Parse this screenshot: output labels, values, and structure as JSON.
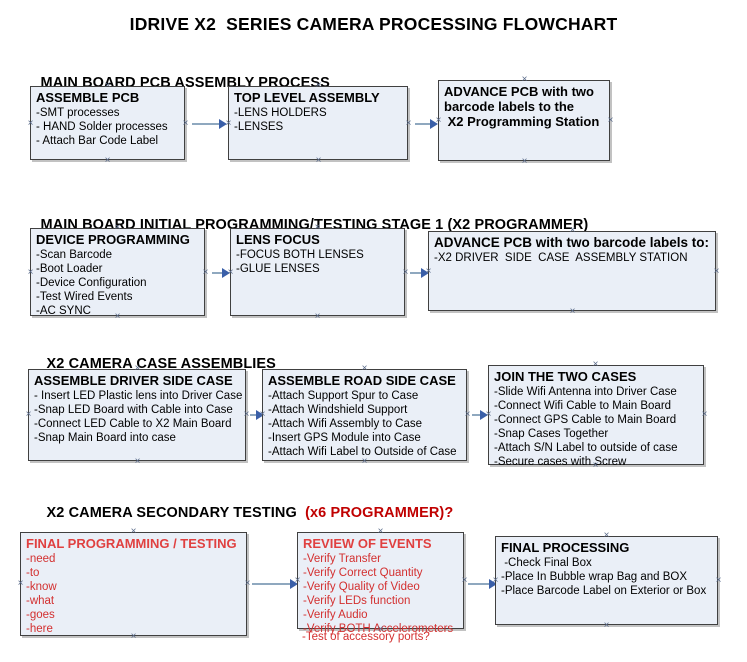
{
  "document": {
    "title": "IDRIVE X2  SERIES CAMERA PROCESSING FLOWCHART"
  },
  "sections": [
    {
      "id": "main-board-pcb-assembly",
      "heading": "MAIN BOARD PCB ASSEMBLY PROCESS",
      "heading_accent": "",
      "nodes": [
        {
          "id": "assemble-pcb",
          "header": "ASSEMBLE PCB",
          "lines": [
            "-SMT processes",
            "- HAND Solder processes",
            "- Attach Bar Code Label"
          ]
        },
        {
          "id": "top-level-assembly",
          "header": "TOP LEVEL ASSEMBLY",
          "lines": [
            "-LENS HOLDERS",
            "-LENSES"
          ]
        },
        {
          "id": "advance-pcb-programming-station",
          "header": "ADVANCE PCB with two\nbarcode labels to the\n X2 Programming Station",
          "lines": []
        }
      ]
    },
    {
      "id": "main-board-initial-programming",
      "heading": "MAIN BOARD INITIAL PROGRAMMING/TESTING STAGE 1 (X2 PROGRAMMER)",
      "heading_accent": "",
      "nodes": [
        {
          "id": "device-programming",
          "header": "DEVICE PROGRAMMING",
          "lines": [
            "-Scan Barcode",
            "-Boot Loader",
            "-Device Configuration",
            "-Test Wired Events",
            "-AC SYNC"
          ]
        },
        {
          "id": "lens-focus",
          "header": "LENS FOCUS",
          "lines": [
            "-FOCUS BOTH LENSES",
            "-GLUE LENSES"
          ]
        },
        {
          "id": "advance-pcb-driver-side-case",
          "header": "ADVANCE PCB with two barcode labels to:",
          "lines": [
            "-X2 DRIVER  SIDE  CASE  ASSEMBLY STATION"
          ]
        }
      ]
    },
    {
      "id": "x2-camera-case-assemblies",
      "heading": "X2 CAMERA CASE ASSEMBLIES",
      "heading_accent": "",
      "nodes": [
        {
          "id": "assemble-driver-side-case",
          "header": "ASSEMBLE DRIVER SIDE CASE",
          "lines": [
            "- Insert LED Plastic lens into Driver Case",
            "-Snap LED Board with Cable into Case",
            "-Connect LED Cable to X2 Main Board",
            "-Snap Main Board into case"
          ]
        },
        {
          "id": "assemble-road-side-case",
          "header": "ASSEMBLE ROAD SIDE CASE",
          "lines": [
            "-Attach Support Spur to Case",
            "-Attach Windshield Support",
            "-Attach Wifi Assembly to Case",
            "-Insert GPS Module into Case",
            "-Attach Wifi Label to Outside of Case"
          ]
        },
        {
          "id": "join-the-two-cases",
          "header": "JOIN THE TWO CASES",
          "lines": [
            "-Slide Wifi Antenna into Driver Case",
            "-Connect Wifi Cable to Main Board",
            "-Connect GPS Cable to Main Board",
            "-Snap Cases Together",
            "-Attach S/N Label to outside of case",
            "-Secure cases with Screw"
          ]
        }
      ]
    },
    {
      "id": "x2-camera-secondary-testing",
      "heading": "X2 CAMERA SECONDARY TESTING  ",
      "heading_accent": "(x6 PROGRAMMER)?",
      "nodes": [
        {
          "id": "final-programming-testing",
          "header": "FINAL PROGRAMMING / TESTING",
          "lines": [
            "-need",
            "-to",
            "-know",
            "-what",
            "-goes",
            "-here"
          ]
        },
        {
          "id": "review-of-events",
          "header": "REVIEW OF EVENTS",
          "lines": [
            "-Verify Transfer",
            "-Verify Correct Quantity",
            "-Verify Quality of Video",
            "-Verify LEDs function",
            "-Verify Audio",
            "-Verify BOTH Accelerometers"
          ],
          "overflow_line": "-Test of accessory ports?"
        },
        {
          "id": "final-processing",
          "header": "FINAL PROCESSING",
          "lines": [
            " -Check Final Box",
            "-Place In Bubble wrap Bag and BOX",
            "-Place Barcode Label on Exterior or Box"
          ]
        }
      ]
    }
  ],
  "colors": {
    "box_fill": "#eaeff7",
    "box_border": "#404040",
    "connector": "#8fa8bf",
    "arrowhead": "#3a5fa8",
    "accent_red": "#c00000",
    "red_text": "#d33030"
  }
}
